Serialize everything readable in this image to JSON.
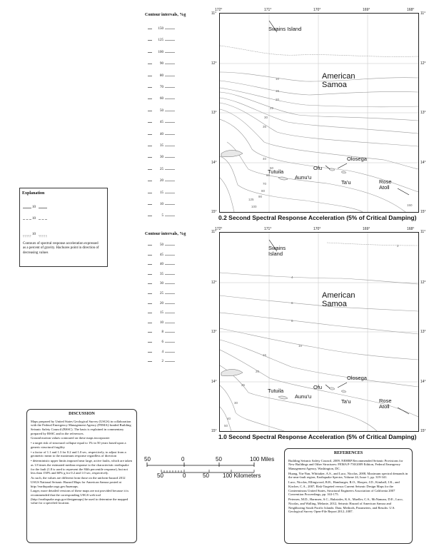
{
  "contour_scale_1": {
    "title": "Contour intervals, %g",
    "values": [
      "150",
      "125",
      "100",
      "90",
      "80",
      "70",
      "60",
      "50",
      "45",
      "40",
      "35",
      "30",
      "25",
      "20",
      "15",
      "10",
      "5"
    ]
  },
  "contour_scale_2": {
    "title": "Contour intervals, %g",
    "values": [
      "50",
      "45",
      "40",
      "35",
      "30",
      "25",
      "20",
      "15",
      "10",
      "8",
      "6",
      "4",
      "2"
    ]
  },
  "explanation": {
    "title": "Explanation",
    "rows": [
      "10",
      "10",
      "10"
    ],
    "text": "Contours of spectral response acceleration expressed as a percent of gravity. Hachures point in direction of decreasing values"
  },
  "map_top": {
    "title": "0.2 Second Spectral Response Acceleration (5% of Critical Damping)",
    "lon_labels": [
      "172°",
      "171°",
      "170°",
      "169°",
      "168°"
    ],
    "lat_labels": [
      "11°",
      "12°",
      "13°",
      "14°",
      "15°"
    ],
    "places": {
      "swains": "Swains Island",
      "samoa": "American Samoa",
      "olosega": "Olosega",
      "ofu": "Ofu",
      "tutuila": "Tutuila",
      "aunuu": "Aunu'u",
      "tau": "Ta'u",
      "rose": "Rose Atoll"
    },
    "contour_labels": [
      "10",
      "15",
      "20",
      "25",
      "30",
      "35",
      "40",
      "50",
      "60",
      "70",
      "80",
      "90",
      "100",
      "125",
      "150"
    ]
  },
  "map_bottom": {
    "title": "1.0 Second Spectral Response Acceleration (5% of Critical Damping)",
    "lon_labels": [
      "172°",
      "171°",
      "170°",
      "169°",
      "168°"
    ],
    "lat_labels": [
      "11°",
      "12°",
      "13°",
      "14°",
      "15°"
    ],
    "places": {
      "swains": "Swains Island",
      "samoa": "American Samoa",
      "olosega": "Olosega",
      "ofu": "Ofu",
      "tutuila": "Tutuila",
      "aunuu": "Aunu'u",
      "tau": "Ta'u",
      "rose": "Rose Atoll"
    },
    "contour_labels": [
      "2",
      "4",
      "6",
      "8",
      "10",
      "15",
      "20",
      "25",
      "30",
      "40",
      "50"
    ]
  },
  "scale_bar": {
    "miles": [
      "50",
      "0",
      "50",
      "100 Miles"
    ],
    "km": [
      "50",
      "0",
      "50",
      "100 Kilometers"
    ]
  },
  "discussion": {
    "title": "DISCUSSION",
    "paragraphs": [
      "Maps prepared by United States Geological Survey (USGS) in collaboration with the Federal Emergency Management Agency (FEMA)-funded Building Seismic Safety Council (BSSC). The basis is explained in commentary prepared by BSSC and in the references.",
      "Ground motion values contoured on these maps incorporate:",
      "• a target risk of structural collapse equal to 1% in 50 years based upon a generic structural fragility",
      "• a factor of 1.1 and 1.3 for 0.2 and 1.0 sec, respectively, to adjust from a geometric mean to the maximum response regardless of direction",
      "• deterministic upper limits imposed near large, active faults, which are taken as 1.8 times the estimated median response to the characteristic earthquake for the fault (1.8 is used to represent the 84th percentile response), but not less than 150% and 60% g for 0.2 and 1.0 sec, respectively.",
      "As such, the values are different from those on the uniform-hazard 2012 USGS National Seismic Hazard Maps for American Samoa posted at http://earthquake.usgs.gov/hazmaps.",
      "Larger, more detailed versions of these maps are not provided because it is recommended that the corresponding USGS web tool (http://earthquake.usgs.gov/designmaps) be used to determine the mapped value for a specified location."
    ]
  },
  "references": {
    "title": "REFERENCES",
    "items": [
      "Building Seismic Safety Council, 2009, NEHRP Recommended Seismic Provisions for New Buildings and Other Structures: FEMA P-750/2009 Edition, Federal Emergency Management Agency, Washington, DC.",
      "Huang, Yin-Nan, Whittaker, A.S., and Luco, Nicolas, 2008, Maximum spectral demands in the near-fault region, Earthquake Spectra, Volume 24, Issue 1, pp. 319-341.",
      "Luco, Nicolas, Ellingwood, B.R., Hamburger, R.O., Hooper, J.D., Kimball, J.K., and Kircher, C.A., 2007, Risk-Targeted versus Current Seismic Design Maps for the Conterminous United States, Structural Engineers Association of California 2007 Convention Proceedings, pp. 163-175.",
      "Petersen, M.D., Harmsen, S.C., Rukstales, K.S., Mueller, C.S., McNamara, D.E., Luco, Nicolas, and Walling, Melanie, 2012, Seismic Hazard of American Samoa and Neighboring South Pacific Islands: Data, Methods, Parameters, and Results: U.S. Geological Survey Open-File Report 2012–1087."
    ]
  },
  "colors": {
    "contour": "#8c8c8c",
    "frame": "#222222",
    "grid": "#b9b9b9",
    "land": "#ffffff"
  },
  "icons": {
    "land": "island-shape",
    "hachure": "hachured-contour-line"
  }
}
